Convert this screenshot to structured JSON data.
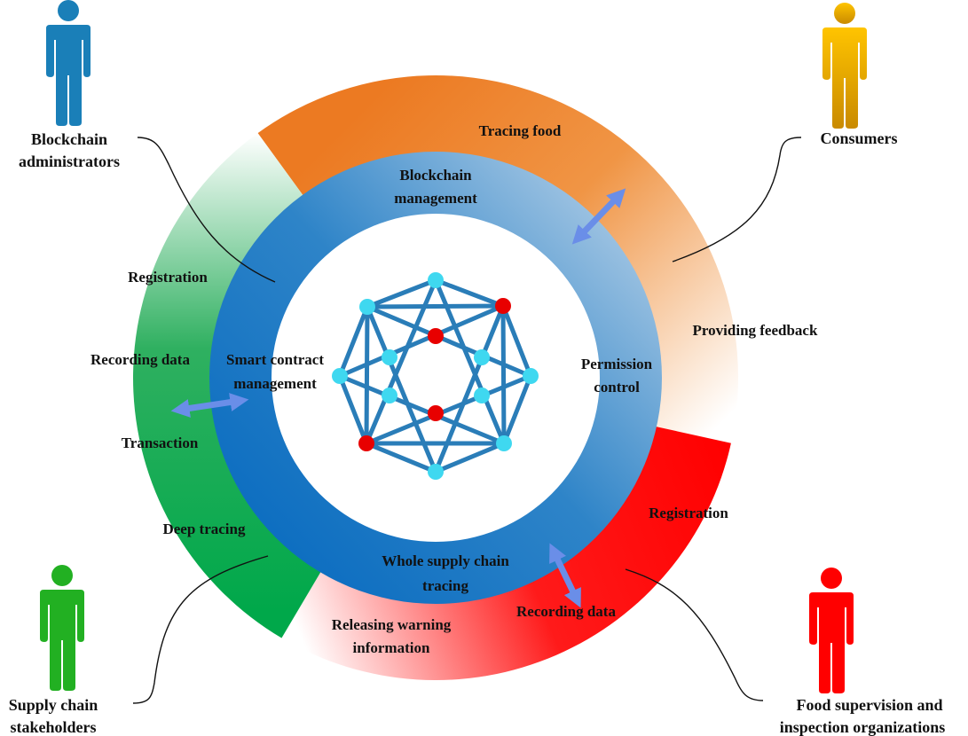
{
  "actors": {
    "admins": {
      "line1": "Blockchain",
      "line2": "administrators",
      "color": "#1a7fb8"
    },
    "consumers": {
      "line1": "Consumers",
      "color": "#f0b000"
    },
    "stakeholders": {
      "line1": "Supply chain",
      "line2": "stakeholders",
      "color": "#22b022"
    },
    "supervisors": {
      "line1": "Food supervision and",
      "line2": "inspection organizations",
      "color": "#ff0000"
    }
  },
  "outer_ring": {
    "consumers_segment": {
      "color": "#ec7a22",
      "items": [
        "Tracing food",
        "Providing feedback"
      ]
    },
    "supervisors_segment": {
      "color": "#ff0000",
      "items": [
        "Registration",
        "Recording data",
        "Releasing warning",
        "information"
      ]
    },
    "stakeholders_segment": {
      "color": "#00a84a",
      "items": [
        "Registration",
        "Recording data",
        "Transaction",
        "Deep tracing"
      ]
    }
  },
  "inner_ring": {
    "color_dark": "#0a6cc0",
    "color_light": "#b0cde6",
    "blockchain_management": [
      "Blockchain",
      "management"
    ],
    "smart_contract": [
      "Smart contract",
      "management"
    ],
    "permission": [
      "Permission",
      "control"
    ],
    "tracing": [
      "Whole supply chain",
      "tracing"
    ]
  },
  "network": {
    "edge_color": "#2a7db8",
    "node_color": "#3fd8f0",
    "highlight_node_color": "#e80000"
  },
  "arrow_color": "#6a8ee8"
}
